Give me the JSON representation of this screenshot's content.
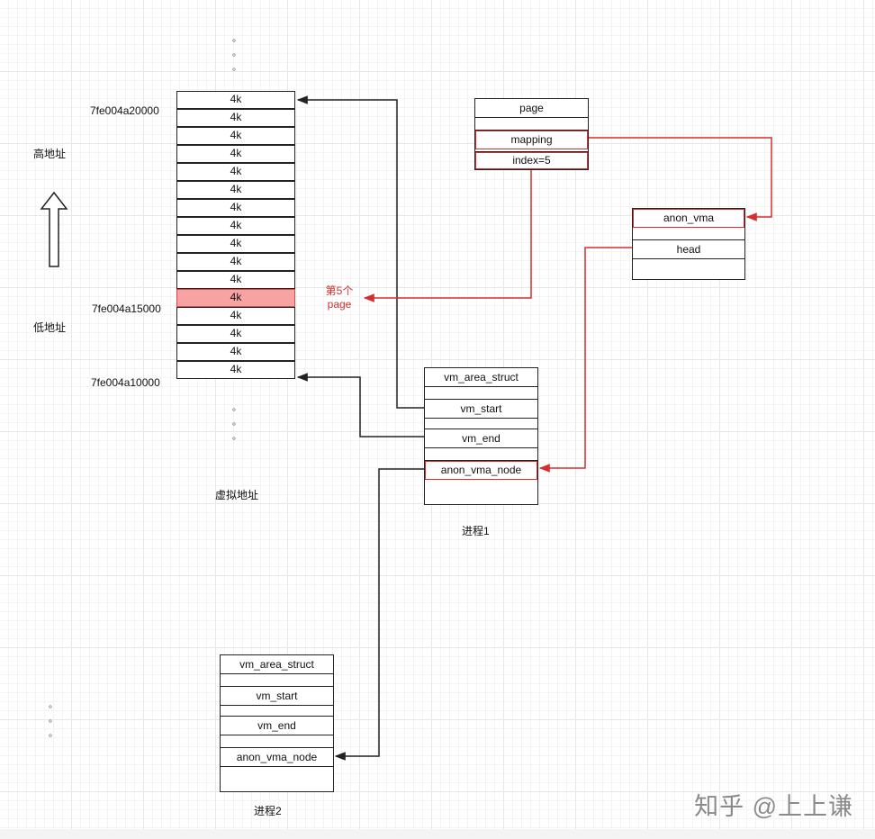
{
  "labels": {
    "high_addr": "高地址",
    "low_addr": "低地址",
    "virtual_addr": "虚拟地址",
    "proc1": "进程1",
    "proc2": "进程2",
    "fifth_page_line1": "第5个",
    "fifth_page_line2": "page"
  },
  "addresses": {
    "top": "7fe004a20000",
    "mid": "7fe004a15000",
    "bottom": "7fe004a10000"
  },
  "memory_cells": [
    "4k",
    "4k",
    "4k",
    "4k",
    "4k",
    "4k",
    "4k",
    "4k",
    "4k",
    "4k",
    "4k",
    "4k",
    "4k",
    "4k",
    "4k",
    "4k"
  ],
  "highlight_cell": "第12块 (4k) 高亮",
  "ellipsis": "。",
  "page_struct": {
    "title": "page",
    "mapping": "mapping",
    "index": "index=5"
  },
  "anon_vma_struct": {
    "title": "anon_vma",
    "head": "head"
  },
  "vma1": {
    "title": "vm_area_struct",
    "start": "vm_start",
    "end": "vm_end",
    "node": "anon_vma_node"
  },
  "vma2": {
    "title": "vm_area_struct",
    "start": "vm_start",
    "end": "vm_end",
    "node": "anon_vma_node"
  },
  "watermark": "知乎 @上上谦",
  "colors": {
    "accent_red": "#d32f2f",
    "highlight_fill": "#f7a3a3",
    "line": "#222222"
  }
}
